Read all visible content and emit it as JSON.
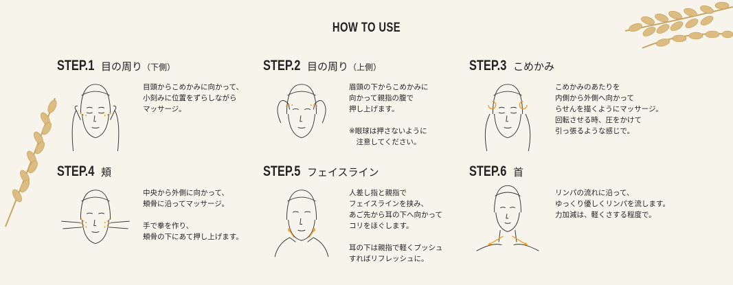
{
  "header": {
    "title": "HOW TO USE"
  },
  "steps": [
    {
      "number": "STEP.1",
      "title": "目の周り",
      "subtitle": "（下側）",
      "description": "目頭からこめかみに向かって、\n小刻みに位置をずらしながら\nマッサージ。"
    },
    {
      "number": "STEP.2",
      "title": "目の周り",
      "subtitle": "（上側）",
      "description": "眉頭の下からこめかみに\n向かって親指の腹で\n押し上げます。\n\n※眼球は押さないように\n　注意してください。"
    },
    {
      "number": "STEP.3",
      "title": "こめかみ",
      "subtitle": "",
      "description": "こめかみのあたりを\n内側から外側へ向かって\nらせんを描くようにマッサージ。\n回転させる時、圧をかけて\n引っ張るような感じで。"
    },
    {
      "number": "STEP.4",
      "title": "頬",
      "subtitle": "",
      "description": "中央から外側に向かって、\n頬骨に沿ってマッサージ。\n\n手で拳を作り、\n頬骨の下にあて押し上げます。"
    },
    {
      "number": "STEP.5",
      "title": "フェイスライン",
      "subtitle": "",
      "description": "人差し指と親指で\nフェイスラインを挟み、\nあご先から耳の下へ向かって\nコリをほぐします。\n\n耳の下は親指で軽くプッシュ\nすればリフレッシュに。"
    },
    {
      "number": "STEP.6",
      "title": "首",
      "subtitle": "",
      "description": "リンパの流れに沿って、\nゆっくり優しくリンパを流します。\n力加減は、軽くさする程度で。"
    }
  ],
  "colors": {
    "background": "#f7f4ec",
    "accent": "#f29a1f",
    "line": "#333333",
    "wheat": "#d8b577"
  }
}
